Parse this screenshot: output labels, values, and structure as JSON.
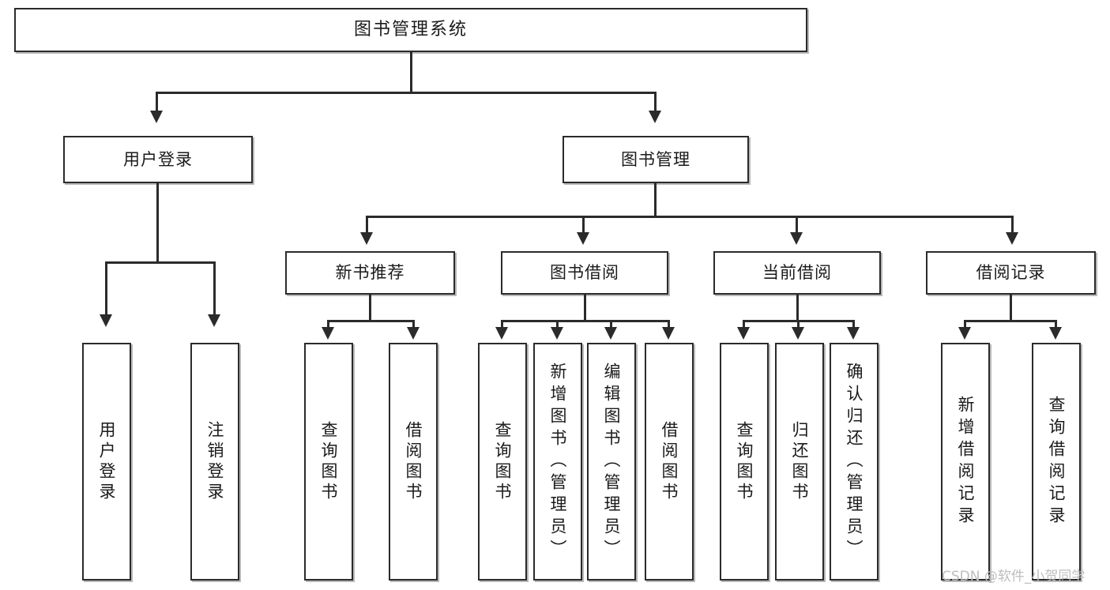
{
  "diagram": {
    "title": "图书管理系统",
    "type": "tree",
    "watermark": "CSDN @软件_小贺同学",
    "colors": {
      "stroke": "#2b2b2b",
      "fill": "#ffffff",
      "text": "#1a1a1a",
      "watermark": "#bdbdbd"
    },
    "root": {
      "label": "图书管理系统"
    },
    "level1": [
      {
        "label": "用户登录"
      },
      {
        "label": "图书管理"
      }
    ],
    "level2": [
      {
        "label": "新书推荐"
      },
      {
        "label": "图书借阅"
      },
      {
        "label": "当前借阅"
      },
      {
        "label": "借阅记录"
      }
    ],
    "leaves": {
      "user_login": [
        {
          "label": "用户登录"
        },
        {
          "label": "注销登录"
        }
      ],
      "new_book_recommend": [
        {
          "label": "查询图书"
        },
        {
          "label": "借阅图书"
        }
      ],
      "book_borrow": [
        {
          "label": "查询图书"
        },
        {
          "label": "新增图书（管理员）"
        },
        {
          "label": "编辑图书（管理员）"
        },
        {
          "label": "借阅图书"
        }
      ],
      "current_borrow": [
        {
          "label": "查询图书"
        },
        {
          "label": "归还图书"
        },
        {
          "label": "确认归还（管理员）"
        }
      ],
      "borrow_record": [
        {
          "label": "新增借阅记录"
        },
        {
          "label": "查询借阅记录"
        }
      ]
    }
  }
}
